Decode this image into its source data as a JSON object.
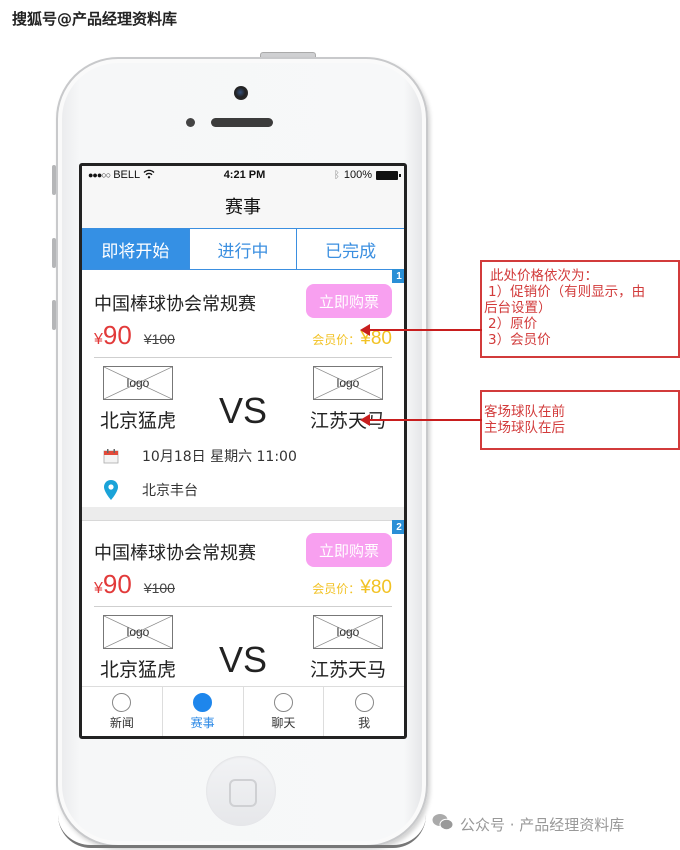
{
  "watermark_top": "搜狐号@产品经理资料库",
  "watermark_bottom": "公众号 · 产品经理资料库",
  "status_bar": {
    "signal": "●●●○○",
    "carrier": "BELL",
    "wifi_icon": "wifi-icon",
    "time": "4:21 PM",
    "bluetooth_icon": "bluetooth-icon",
    "battery": "100%"
  },
  "header": {
    "title": "赛事"
  },
  "tabs": [
    {
      "label": "即将开始",
      "active": true
    },
    {
      "label": "进行中",
      "active": false
    },
    {
      "label": "已完成",
      "active": false
    }
  ],
  "events": [
    {
      "badge": "1",
      "title": "中国棒球协会常规赛",
      "buy_label": "立即购票",
      "currency": "¥",
      "promo_price": "90",
      "original_price": "¥100",
      "member_label": "会员价：",
      "member_price": "¥80",
      "away_team": {
        "logo": "logo",
        "name": "北京猛虎"
      },
      "vs": "VS",
      "home_team": {
        "logo": "logo",
        "name": "江苏天马"
      },
      "date": "10月18日 星期六 11:00",
      "location": "北京丰台"
    },
    {
      "badge": "2",
      "title": "中国棒球协会常规赛",
      "buy_label": "立即购票",
      "currency": "¥",
      "promo_price": "90",
      "original_price": "¥100",
      "member_label": "会员价：",
      "member_price": "¥80",
      "away_team": {
        "logo": "logo",
        "name": "北京猛虎"
      },
      "vs": "VS",
      "home_team": {
        "logo": "logo",
        "name": "江苏天马"
      }
    }
  ],
  "tabbar": [
    {
      "label": "新闻",
      "active": false
    },
    {
      "label": "赛事",
      "active": true
    },
    {
      "label": "聊天",
      "active": false
    },
    {
      "label": "我",
      "active": false
    }
  ],
  "annotations": [
    {
      "lines": [
        "此处价格依次为：",
        "1）促销价（有则显示，由",
        "后台设置）",
        "2）原价",
        "3）会员价"
      ]
    },
    {
      "lines": [
        "客场球队在前",
        "主场球队在后"
      ]
    }
  ],
  "colors": {
    "accent_blue": "#3590e4",
    "buy_button": "#f8a0f0",
    "promo_price": "#e23a3a",
    "member_price": "#f2c224",
    "annotation_red": "#d23b3b"
  }
}
